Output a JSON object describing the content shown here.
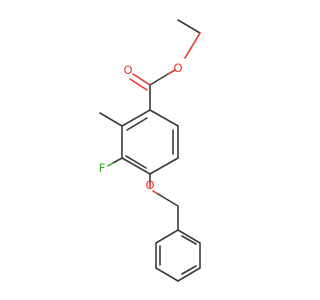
{
  "molecule": {
    "atoms": [
      {
        "symbol": "O",
        "color": "#e8372b",
        "role": "carbonyl-oxygen"
      },
      {
        "symbol": "O",
        "color": "#e8372b",
        "role": "ester-oxygen"
      },
      {
        "symbol": "F",
        "color": "#33aa22",
        "role": "fluorine"
      },
      {
        "symbol": "O",
        "color": "#e8372b",
        "role": "ether-oxygen"
      }
    ]
  },
  "colors": {
    "bond": "#3c3c3c",
    "oxygen": "#e8372b",
    "fluorine": "#33aa22",
    "background": "#ffffff"
  }
}
